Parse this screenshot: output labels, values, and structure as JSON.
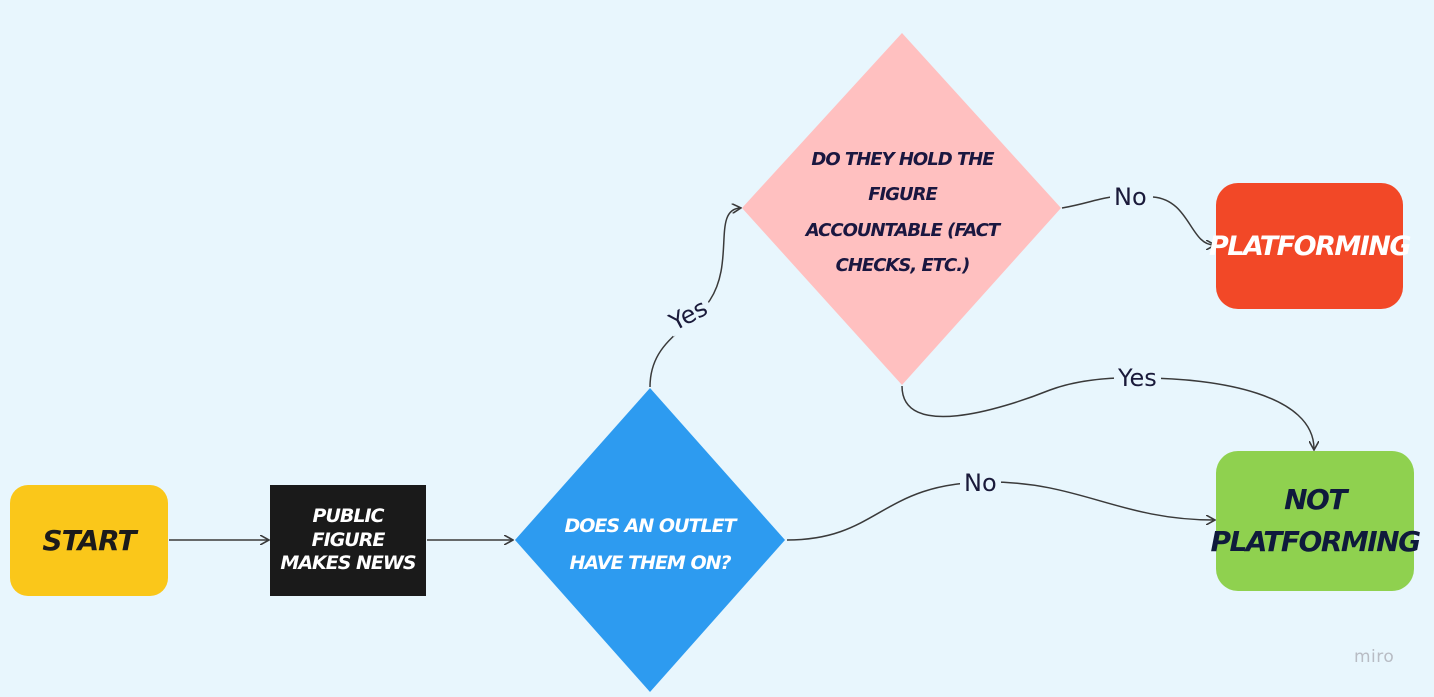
{
  "nodes": {
    "start": {
      "label": "START",
      "color": "#fac71a"
    },
    "news": {
      "label_line1": "PUBLIC FIGURE",
      "label_line2": "MAKES NEWS",
      "color": "#1a1a1a"
    },
    "outlet": {
      "line1": "DOES AN",
      "line2": "OUTLET HAVE",
      "line3": "THEM ON?",
      "color": "#2d9bf0"
    },
    "accountable": {
      "line1": "DO THEY HOLD",
      "line2": "THE FIGURE",
      "line3": "ACCOUNTABLE",
      "line4": "(FACT CHECKS,",
      "line5": "ETC.)",
      "color": "#ffc0c0"
    },
    "platforming": {
      "label": "PLATFORMING",
      "color": "#f24827"
    },
    "not_platforming": {
      "label_line1": "NOT",
      "label_line2": "PLATFORMING",
      "color": "#8fd14f"
    }
  },
  "edges": {
    "outlet_yes": "Yes",
    "outlet_no": "No",
    "accountable_no": "No",
    "accountable_yes": "Yes"
  },
  "watermark": "miro"
}
